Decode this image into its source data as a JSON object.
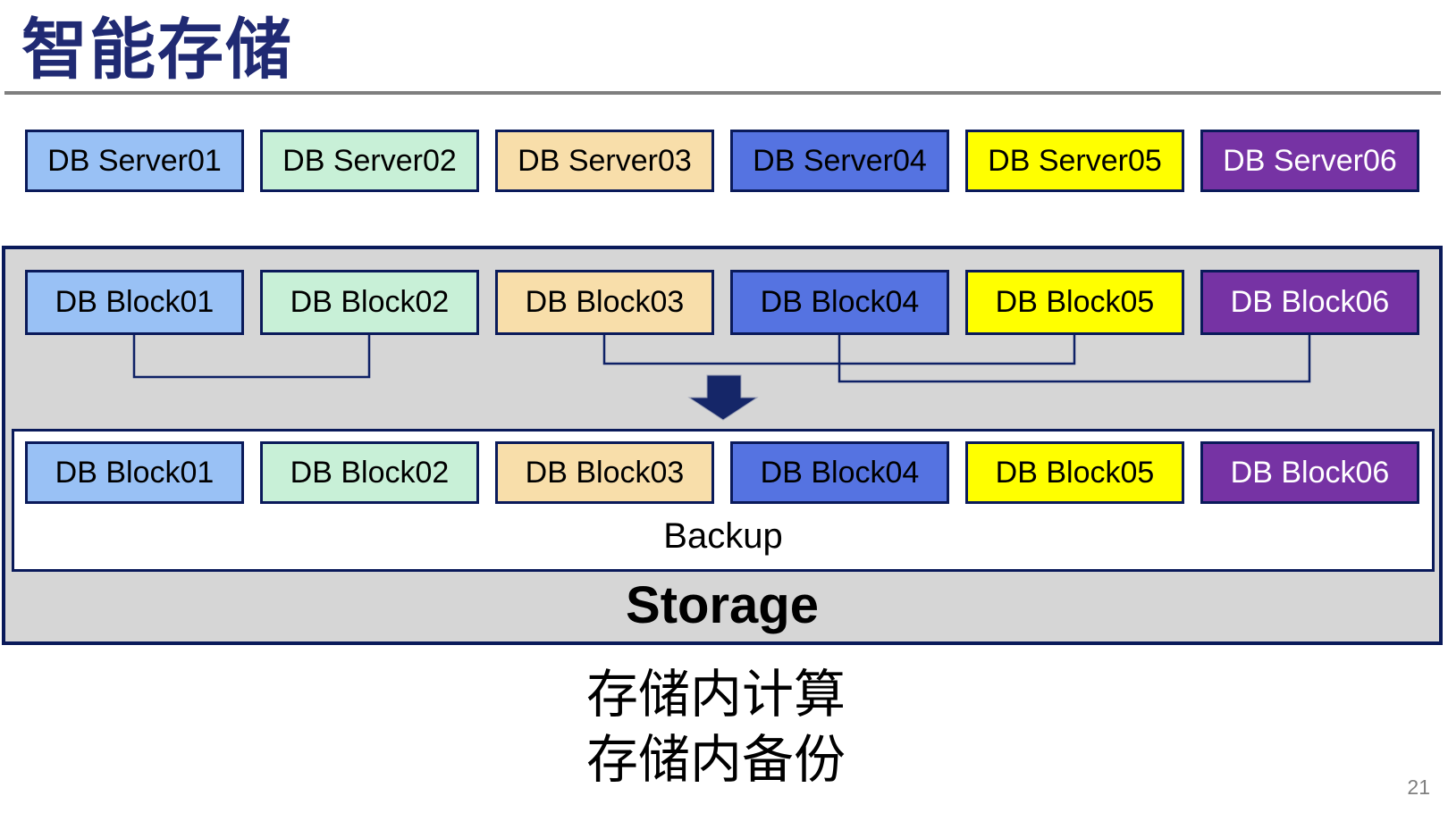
{
  "slide": {
    "title": "智能存储",
    "page_number": "21",
    "caption": {
      "line1": "存储内计算",
      "line2": "存储内备份"
    }
  },
  "palette": {
    "title_navy": "#202A73",
    "divider_gray": "#7F7F7F",
    "storage_fill_gray": "#D6D6D6",
    "border_navy": "#0A1A5A",
    "connector_navy": "#0E2166",
    "arrow_navy": "#152668",
    "page_number_gray": "#808080"
  },
  "columns": [
    {
      "fill": "#99C1F5",
      "text_color": "#000000"
    },
    {
      "fill": "#C8F0D7",
      "text_color": "#000000"
    },
    {
      "fill": "#F8DEAA",
      "text_color": "#000000"
    },
    {
      "fill": "#5573E1",
      "text_color": "#000000"
    },
    {
      "fill": "#FFFF00",
      "text_color": "#000000"
    },
    {
      "fill": "#7633A4",
      "text_color": "#FFFFFF"
    }
  ],
  "server_row": {
    "labels": [
      "DB Server01",
      "DB Server02",
      "DB Server03",
      "DB Server04",
      "DB Server05",
      "DB Server06"
    ]
  },
  "storage": {
    "top_blocks": [
      "DB Block01",
      "DB Block02",
      "DB Block03",
      "DB Block04",
      "DB Block05",
      "DB Block06"
    ],
    "bottom_blocks": [
      "DB Block01",
      "DB Block02",
      "DB Block03",
      "DB Block04",
      "DB Block05",
      "DB Block06"
    ],
    "backup_label": "Backup",
    "storage_label": "Storage",
    "connections": [
      "Block01-Block02",
      "Block03-Block05",
      "Block04-Block06"
    ]
  }
}
